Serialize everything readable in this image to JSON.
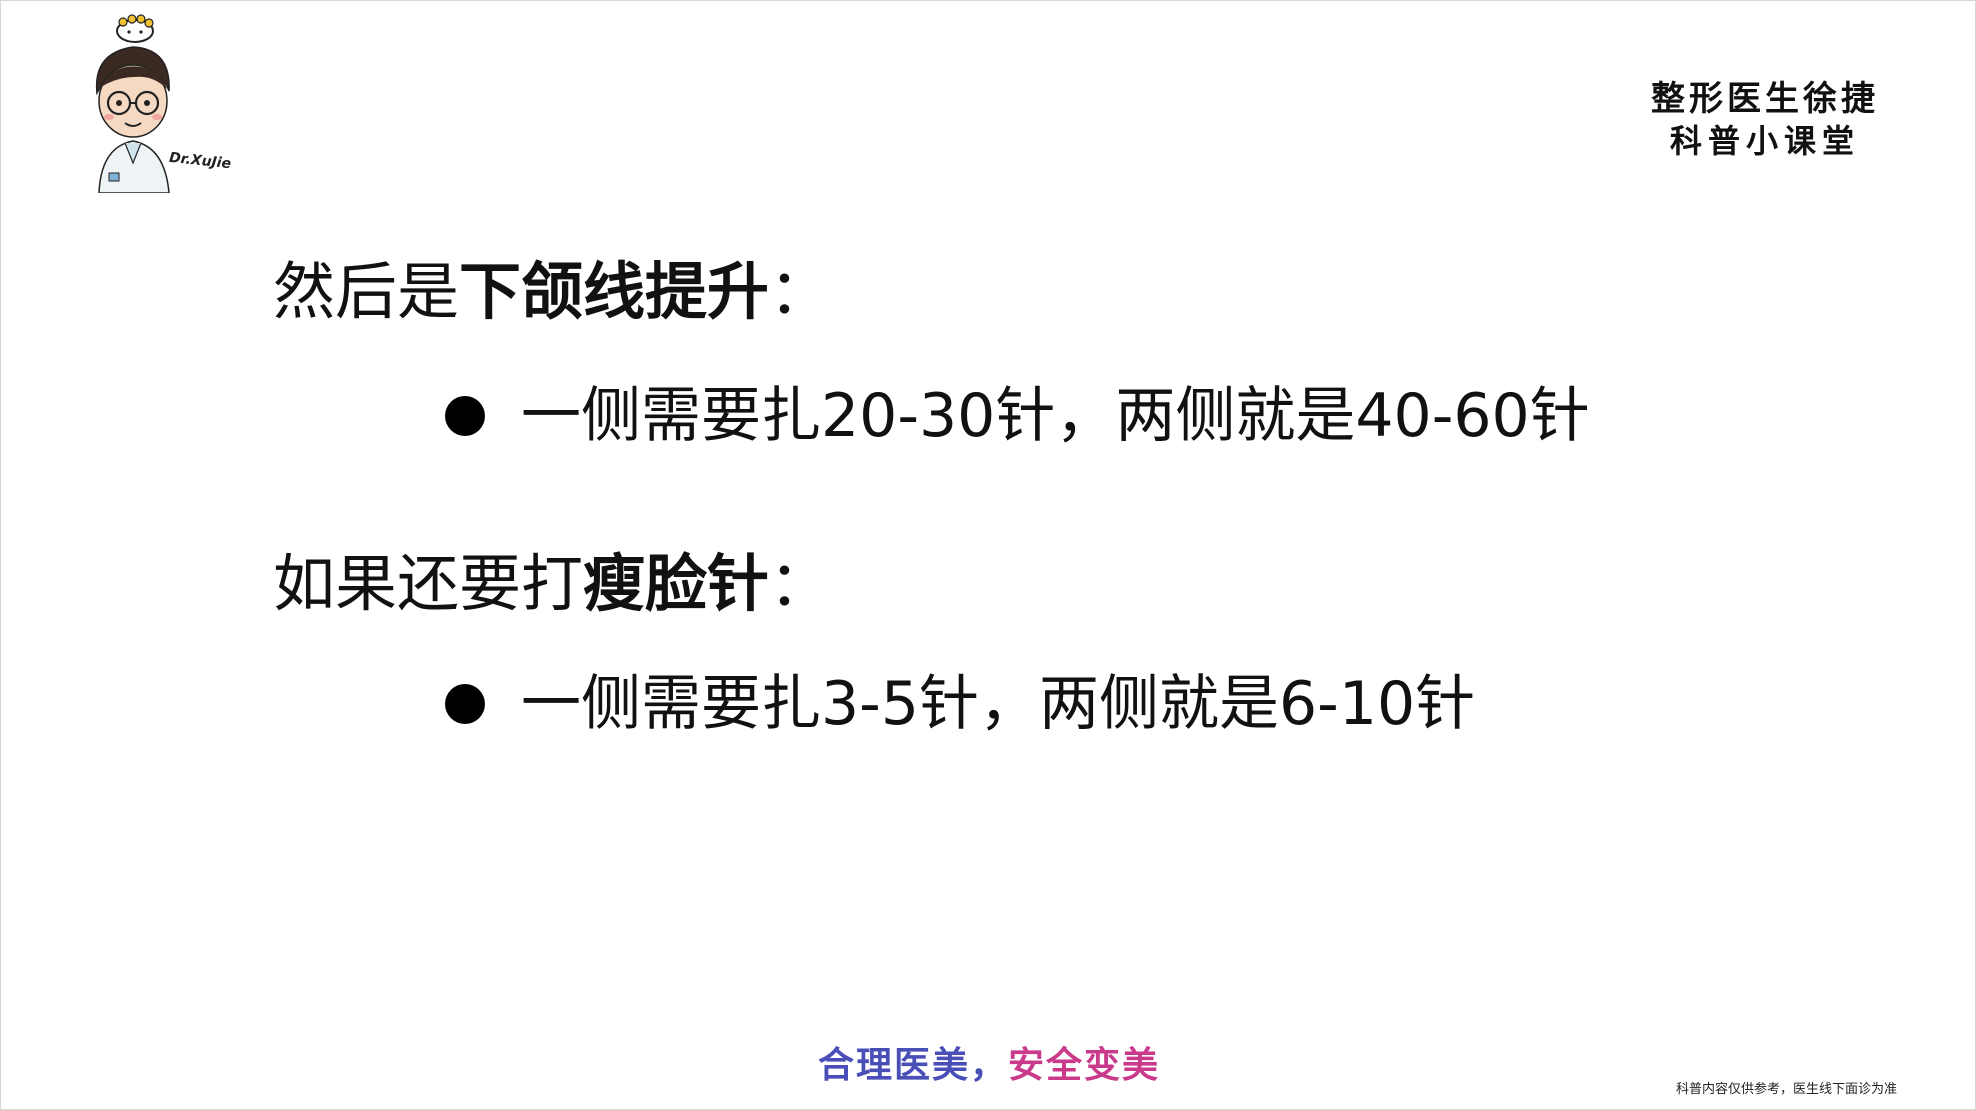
{
  "avatar": {
    "signature": "Dr.XuJie"
  },
  "brand": {
    "line1": "整形医生徐捷",
    "line2": "科普小课堂"
  },
  "sections": [
    {
      "heading_prefix": "然后是",
      "heading_bold": "下颌线提升",
      "heading_suffix": "：",
      "bullet": {
        "t1": "一侧需要扎",
        "n1": "20-30",
        "t2": "针，两侧就是",
        "n2": "40-60",
        "t3": "针"
      }
    },
    {
      "heading_prefix": "如果还要打",
      "heading_bold": "瘦脸针",
      "heading_suffix": "：",
      "bullet": {
        "t1": "一侧需要扎",
        "n1": "3-5",
        "t2": "针，两侧就是",
        "n2": "6-10",
        "t3": "针"
      }
    }
  ],
  "footer": {
    "slogan_part1": "合理医美，",
    "slogan_part2": "安全变美",
    "slogan_color1": "#4a4fb8",
    "slogan_color2": "#c93a8a",
    "disclaimer": "科普内容仅供参考，医生线下面诊为准"
  }
}
